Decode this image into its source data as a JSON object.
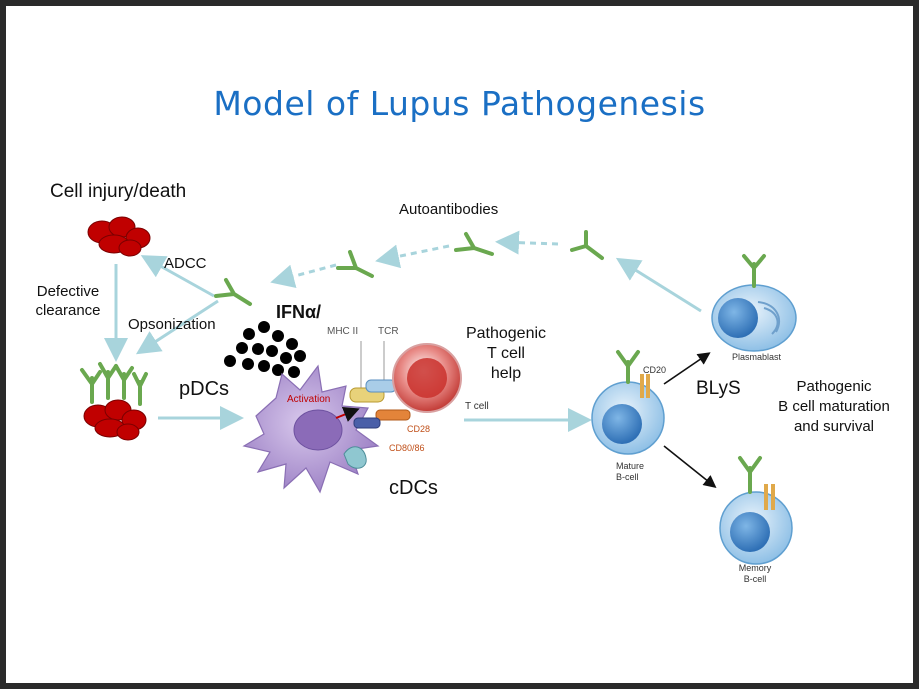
{
  "slide": {
    "title": "Model of Lupus Pathogenesis",
    "labels": {
      "cell_injury": "Cell injury/death",
      "autoantibodies": "Autoantibodies",
      "adcc": "ADCC",
      "defective_clearance_1": "Defective",
      "defective_clearance_2": "clearance",
      "opsonization": "Opsonization",
      "ifn": "IFNα/",
      "mhc": "MHC II",
      "tcr": "TCR",
      "pathogenic_t_1": "Pathogenic",
      "pathogenic_t_2": "T cell",
      "pathogenic_t_3": "help",
      "pdcs": "pDCs",
      "activation": "Activation",
      "cd28": "CD28",
      "cd80": "CD80/86",
      "tcell": "T cell",
      "cdcs": "cDCs",
      "cd20": "CD20",
      "plasmablast": "Plasmablast",
      "blys": "BLyS",
      "pathogenic_b_1": "Pathogenic",
      "pathogenic_b_2": "B cell maturation",
      "pathogenic_b_3": "and survival",
      "mature_1": "Mature",
      "mature_2": "B-cell",
      "memory_1": "Memory",
      "memory_2": "B-cell"
    }
  },
  "colors": {
    "title": "#1a6fc4",
    "arrow": "#a8d4dc",
    "antibody": "#6aa84f",
    "cell_debris": "#c00000",
    "dendritic": "#a98fc9",
    "b_cell": "#4f93d4",
    "t_cell": "#d9534f"
  }
}
